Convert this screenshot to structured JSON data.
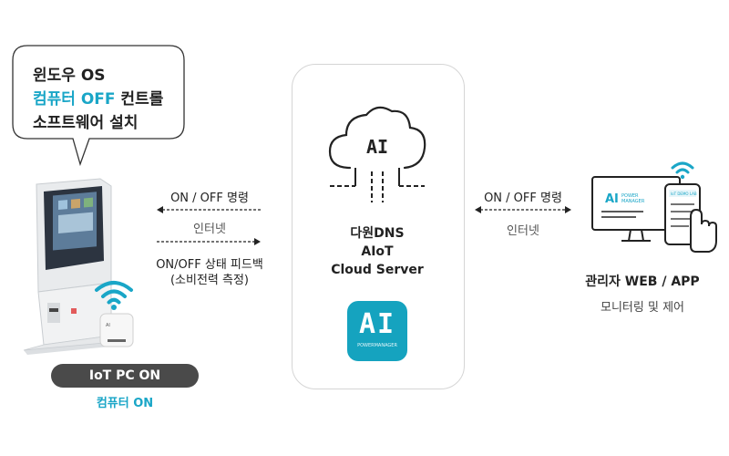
{
  "bubble": {
    "line1": "윈도우 OS",
    "line2_highlight": "컴퓨터 OFF",
    "line2_rest": " 컨트롤",
    "line3": "소프트웨어 설치"
  },
  "kiosk": {
    "iot_label": "IoT PC ON",
    "status": "컴퓨터 ON"
  },
  "left_link": {
    "command": "ON / OFF 명령",
    "network": "인터넷",
    "feedback_line1": "ON/OFF 상태 피드백",
    "feedback_line2": "(소비전력 측정)"
  },
  "server": {
    "line1": "다원DNS",
    "line2": "AIoT",
    "line3": "Cloud Server",
    "cloud_text": "AI",
    "logo_text": "AI",
    "logo_sub": "POWERMANAGER"
  },
  "right_link": {
    "command": "ON / OFF 명령",
    "network": "인터넷"
  },
  "admin": {
    "title": "관리자 WEB / APP",
    "subtitle": "모니터링 및 제어",
    "monitor_logo": "AI",
    "monitor_logo_sub1": "POWER",
    "monitor_logo_sub2": "MANAGER",
    "phone_header": "IoT DEMO LAB"
  },
  "colors": {
    "accent": "#1aa6c7",
    "logo_bg": "#15a3bf",
    "pill_bg": "#4a4a4a"
  }
}
